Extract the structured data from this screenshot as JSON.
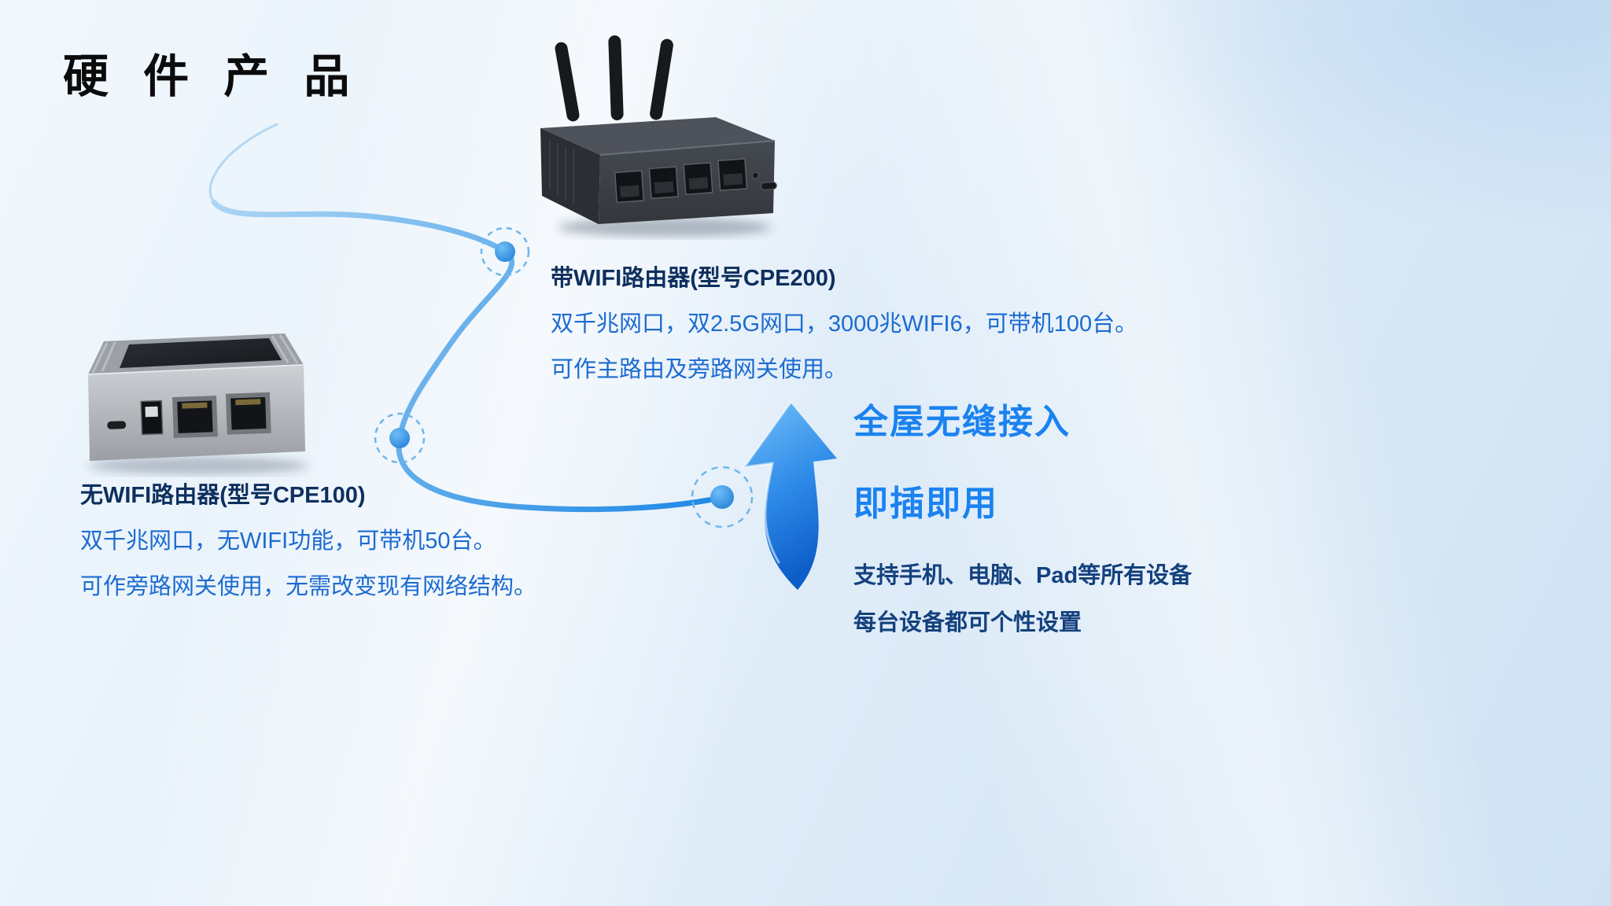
{
  "page": {
    "title": "硬 件 产 品"
  },
  "products": {
    "cpe200": {
      "name": "带WIFI路由器(型号CPE200)",
      "desc1": "双千兆网口，双2.5G网口，3000兆WIFI6，可带机100台。",
      "desc2": "可作主路由及旁路网关使用。"
    },
    "cpe100": {
      "name": "无WIFI路由器(型号CPE100)",
      "desc1": "双千兆网口，无WIFI功能，可带机50台。",
      "desc2": "可作旁路网关使用，无需改变现有网络结构。"
    }
  },
  "benefits": {
    "headline1": "全屋无缝接入",
    "headline2": "即插即用",
    "line1": "支持手机、电脑、Pad等所有设备",
    "line2": "每台设备都可个性设置"
  },
  "colors": {
    "accent_blue": "#1b82f0",
    "desc_blue": "#1c6bd0",
    "navy": "#0e2f5e",
    "line_blue": "#1e88e5"
  }
}
